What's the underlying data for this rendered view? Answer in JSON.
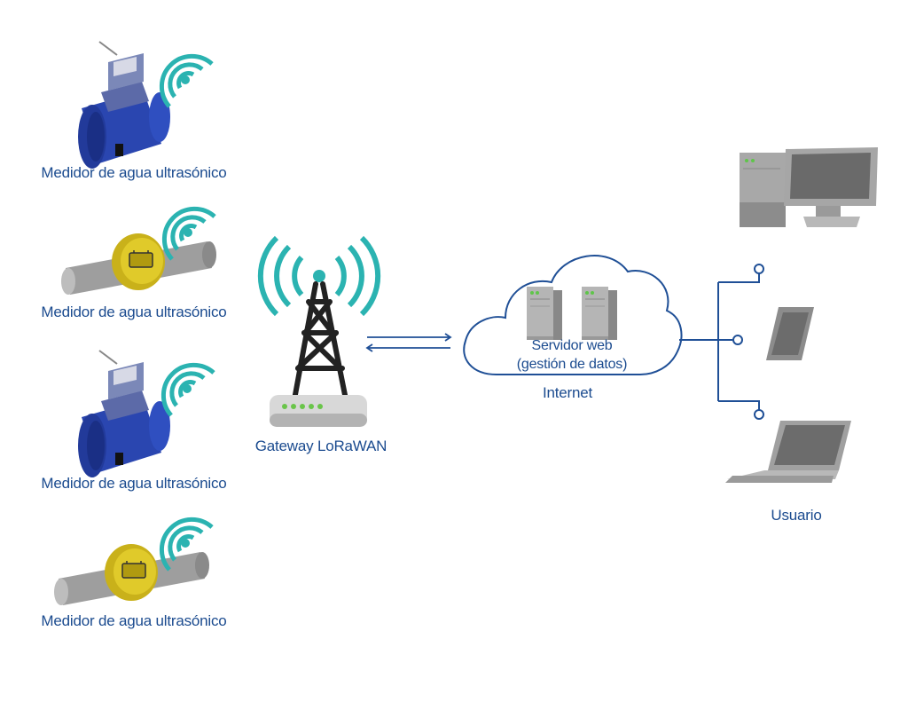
{
  "meters": [
    {
      "label": "Medidor de agua ultrasónico",
      "kind": "flanged"
    },
    {
      "label": "Medidor de agua ultrasónico",
      "kind": "pipe"
    },
    {
      "label": "Medidor de agua ultrasónico",
      "kind": "flanged"
    },
    {
      "label": "Medidor de agua ultrasónico",
      "kind": "pipe"
    }
  ],
  "gateway": {
    "label": "Gateway LoRaWAN"
  },
  "cloud": {
    "server_line1": "Servidor web",
    "server_line2": "(gestión de datos)",
    "label": "Internet"
  },
  "user": {
    "label": "Usuario"
  },
  "colors": {
    "text": "#1b4b8f",
    "line": "#1f4f96",
    "wifi": "#2bb3b1",
    "meter_blue": "#2a46b0",
    "meter_yellow": "#d8c21e",
    "device_gray": "#a8a8a8"
  },
  "icons": [
    "wifi-signal-icon",
    "water-meter-icon",
    "cell-tower-icon",
    "router-icon",
    "cloud-icon",
    "server-icon",
    "desktop-computer-icon",
    "tablet-icon",
    "laptop-icon"
  ]
}
